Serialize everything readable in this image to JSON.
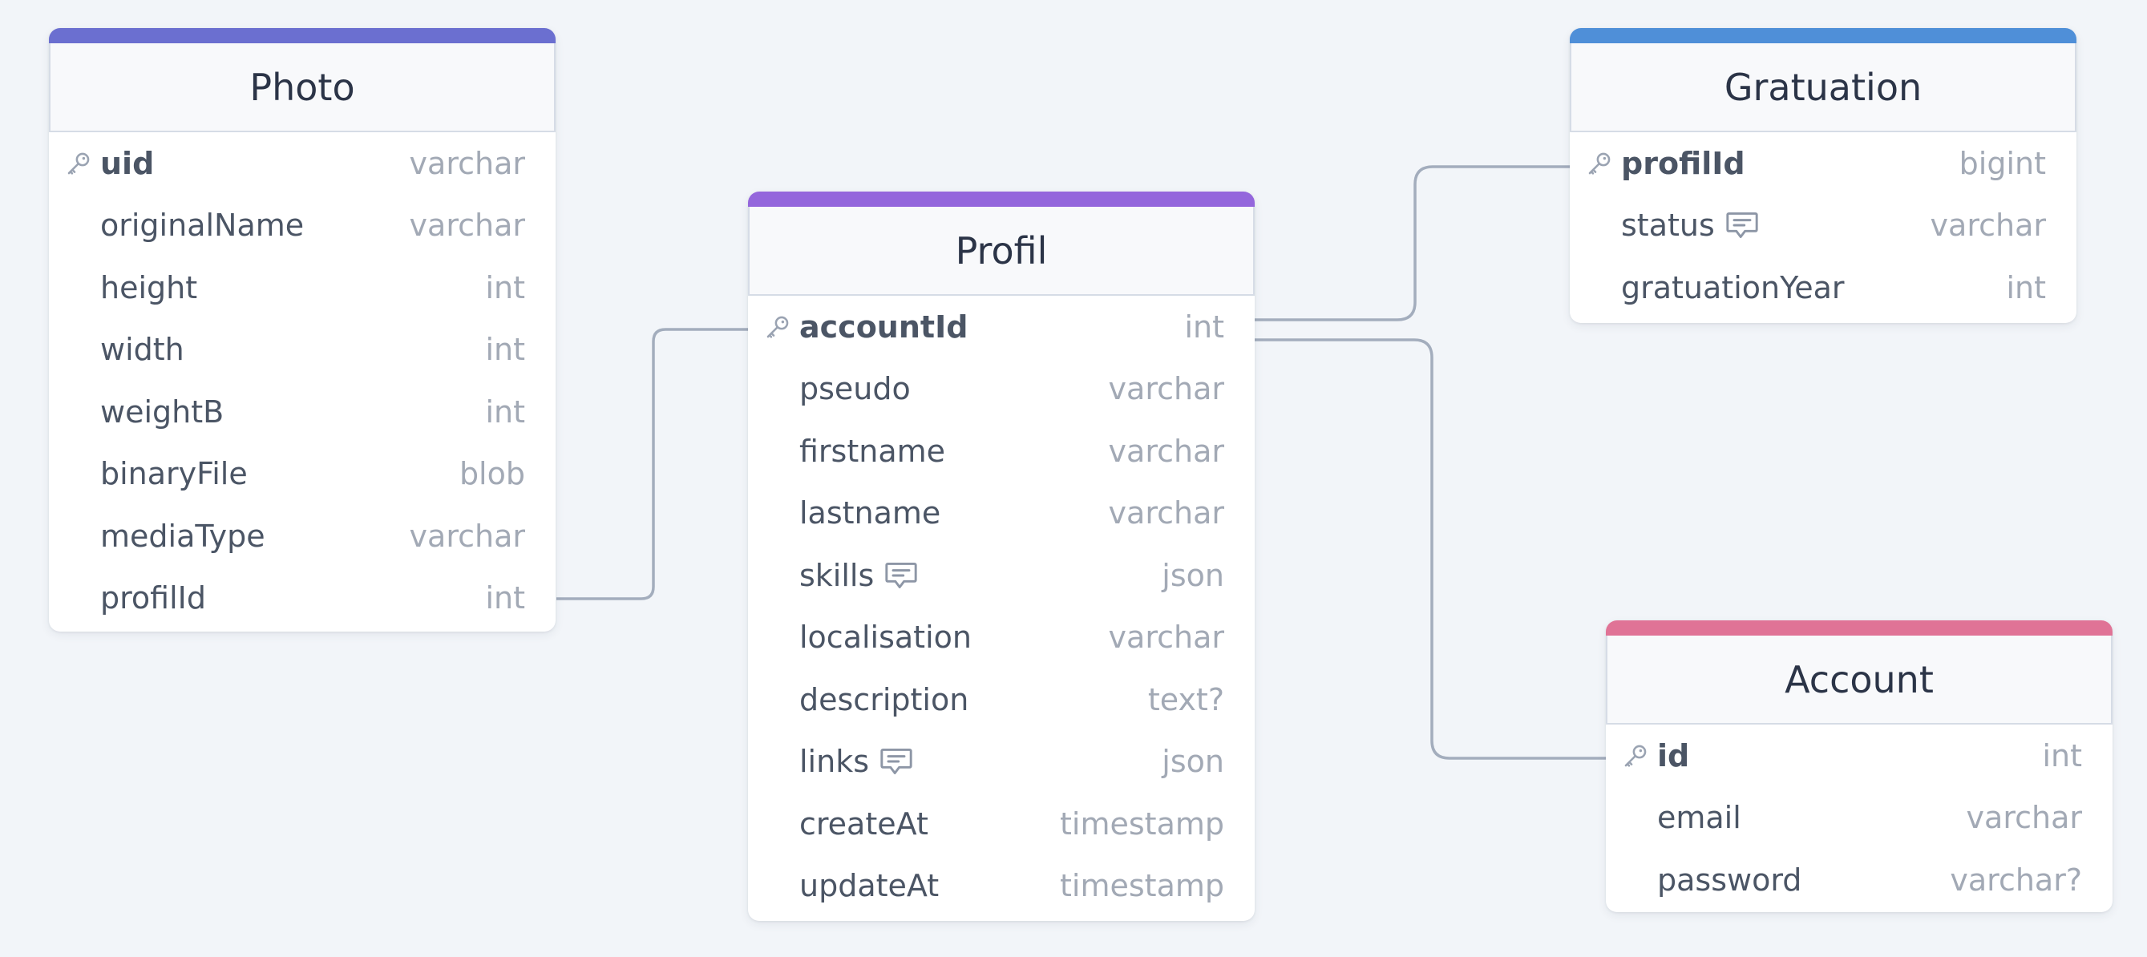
{
  "colors": {
    "background": "#f2f5f9",
    "connector": "#a3adbd",
    "photo_accent": "#6b6fd0",
    "profil_accent": "#9466dc",
    "gratuation_accent": "#4f8fd8",
    "account_accent": "#e07396"
  },
  "icons": {
    "primary_key": "key-icon",
    "note": "comment-icon"
  },
  "tables": {
    "photo": {
      "name": "Photo",
      "fields": [
        {
          "name": "uid",
          "type": "varchar",
          "pk": true,
          "note": false
        },
        {
          "name": "originalName",
          "type": "varchar",
          "pk": false,
          "note": false
        },
        {
          "name": "height",
          "type": "int",
          "pk": false,
          "note": false
        },
        {
          "name": "width",
          "type": "int",
          "pk": false,
          "note": false
        },
        {
          "name": "weightB",
          "type": "int",
          "pk": false,
          "note": false
        },
        {
          "name": "binaryFile",
          "type": "blob",
          "pk": false,
          "note": false
        },
        {
          "name": "mediaType",
          "type": "varchar",
          "pk": false,
          "note": false
        },
        {
          "name": "profilId",
          "type": "int",
          "pk": false,
          "note": false
        }
      ]
    },
    "profil": {
      "name": "Profil",
      "fields": [
        {
          "name": "accountId",
          "type": "int",
          "pk": true,
          "note": false
        },
        {
          "name": "pseudo",
          "type": "varchar",
          "pk": false,
          "note": false
        },
        {
          "name": "firstname",
          "type": "varchar",
          "pk": false,
          "note": false
        },
        {
          "name": "lastname",
          "type": "varchar",
          "pk": false,
          "note": false
        },
        {
          "name": "skills",
          "type": "json",
          "pk": false,
          "note": true
        },
        {
          "name": "localisation",
          "type": "varchar",
          "pk": false,
          "note": false
        },
        {
          "name": "description",
          "type": "text?",
          "pk": false,
          "note": false
        },
        {
          "name": "links",
          "type": "json",
          "pk": false,
          "note": true
        },
        {
          "name": "createAt",
          "type": "timestamp",
          "pk": false,
          "note": false
        },
        {
          "name": "updateAt",
          "type": "timestamp",
          "pk": false,
          "note": false
        }
      ]
    },
    "gratuation": {
      "name": "Gratuation",
      "fields": [
        {
          "name": "profilId",
          "type": "bigint",
          "pk": true,
          "note": false
        },
        {
          "name": "status",
          "type": "varchar",
          "pk": false,
          "note": true
        },
        {
          "name": "gratuationYear",
          "type": "int",
          "pk": false,
          "note": false
        }
      ]
    },
    "account": {
      "name": "Account",
      "fields": [
        {
          "name": "id",
          "type": "int",
          "pk": true,
          "note": false
        },
        {
          "name": "email",
          "type": "varchar",
          "pk": false,
          "note": false
        },
        {
          "name": "password",
          "type": "varchar?",
          "pk": false,
          "note": false
        }
      ]
    }
  },
  "relations": [
    {
      "from": "photo.profilId",
      "to": "profil.accountId"
    },
    {
      "from": "profil.accountId",
      "to": "gratuation.profilId"
    },
    {
      "from": "profil.accountId",
      "to": "account.id"
    }
  ]
}
